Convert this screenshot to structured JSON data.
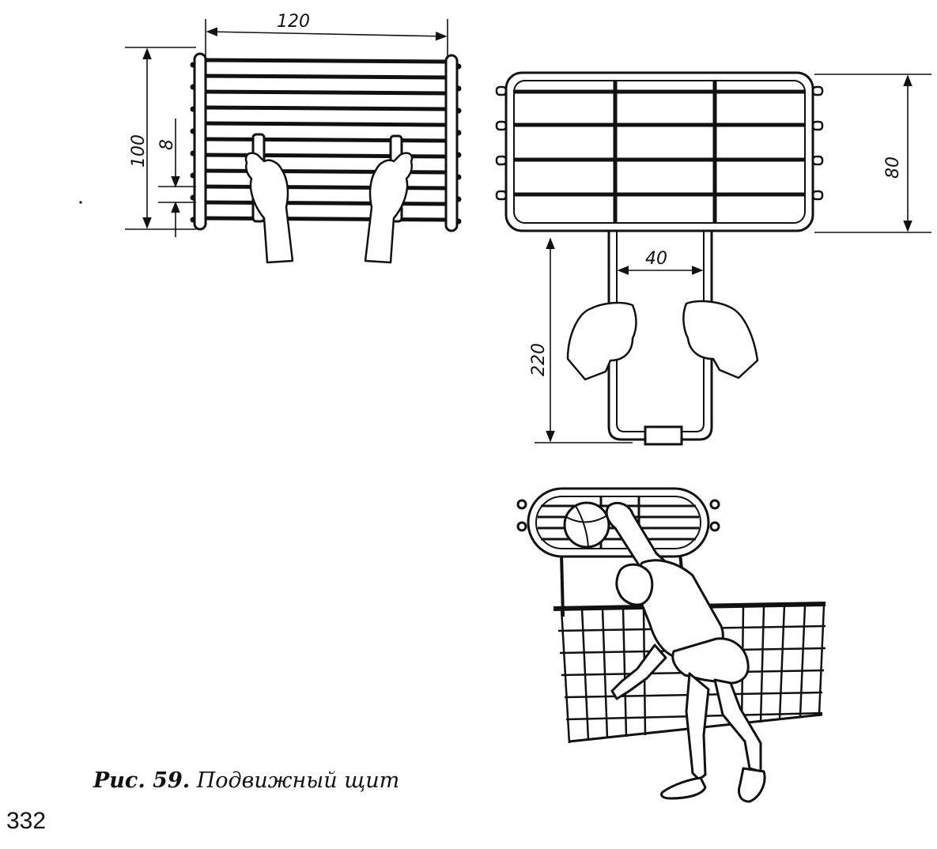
{
  "figure": {
    "caption_label": "Рис. 59.",
    "caption_text": "Подвижный щит",
    "page_number": "332"
  },
  "dimensions": {
    "frame_a_width": "120",
    "frame_a_height": "100",
    "frame_a_slat_gap": "8",
    "frame_b_height": "80",
    "frame_b_handle_spacing": "40",
    "frame_b_handle_length": "220"
  },
  "colors": {
    "ink": "#111111",
    "paper": "#ffffff"
  }
}
